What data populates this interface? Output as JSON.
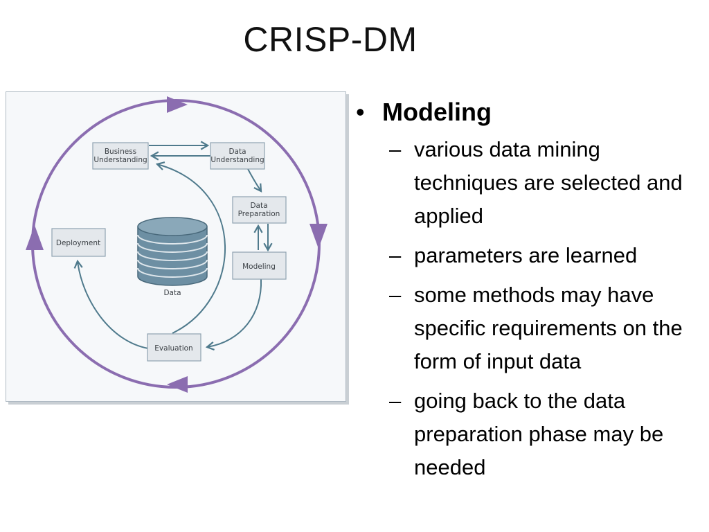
{
  "slide": {
    "title": "CRISP-DM"
  },
  "diagram": {
    "phases": {
      "business_understanding": [
        "Business",
        "Understanding"
      ],
      "data_understanding": [
        "Data",
        "Understanding"
      ],
      "data_preparation": [
        "Data",
        "Preparation"
      ],
      "modeling": [
        "Modeling"
      ],
      "evaluation": [
        "Evaluation"
      ],
      "deployment": [
        "Deployment"
      ]
    },
    "center_label": "Data",
    "colors": {
      "cycle": "#8b6db0",
      "flow": "#4f7a8c",
      "box_fill": "#e4e8ec",
      "box_border": "#8fa3b0"
    }
  },
  "bullets": {
    "main": "Modeling",
    "items": [
      "various data mining techniques are selected and applied",
      "parameters are learned",
      "some methods may have specific requirements on the form of input data",
      "going back to the data preparation phase may be needed"
    ]
  }
}
